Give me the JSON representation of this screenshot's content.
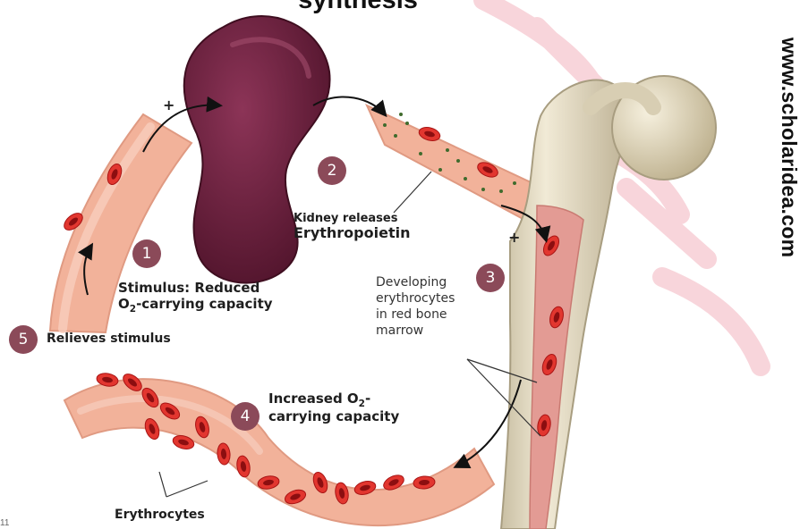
{
  "title": "synthesis",
  "website": "www.scholaridea.com",
  "corner_mark": "11",
  "steps": [
    {
      "number": "1",
      "line1": "Stimulus:  Reduced",
      "line2_pre": "O",
      "line2_sub": "2",
      "line2_post": "-carrying capacity"
    },
    {
      "number": "2",
      "line1": "Kidney releases",
      "line2": "Erythropoietin"
    },
    {
      "number": "3",
      "line1": "Developing",
      "line2": "erythrocytes",
      "line3": "in red bone",
      "line4": "marrow"
    },
    {
      "number": "4",
      "line1_pre": "Increased O",
      "line1_sub": "2",
      "line1_post": "-",
      "line2": "carrying capacity"
    },
    {
      "number": "5",
      "line1": "Relieves stimulus"
    }
  ],
  "erythrocytes_label": "Erythrocytes",
  "plus_signs": [
    "+",
    "+"
  ],
  "colors": {
    "kidney": "#6e1f3d",
    "vessel": "#f2b29a",
    "vessel_inner": "#f6c9b8",
    "rbc": "#cc1e1e",
    "bone": "#ece3cc",
    "marrow": "#e39b94",
    "step_badge": "#8b4a59",
    "watermark": "#f3b3bd"
  }
}
